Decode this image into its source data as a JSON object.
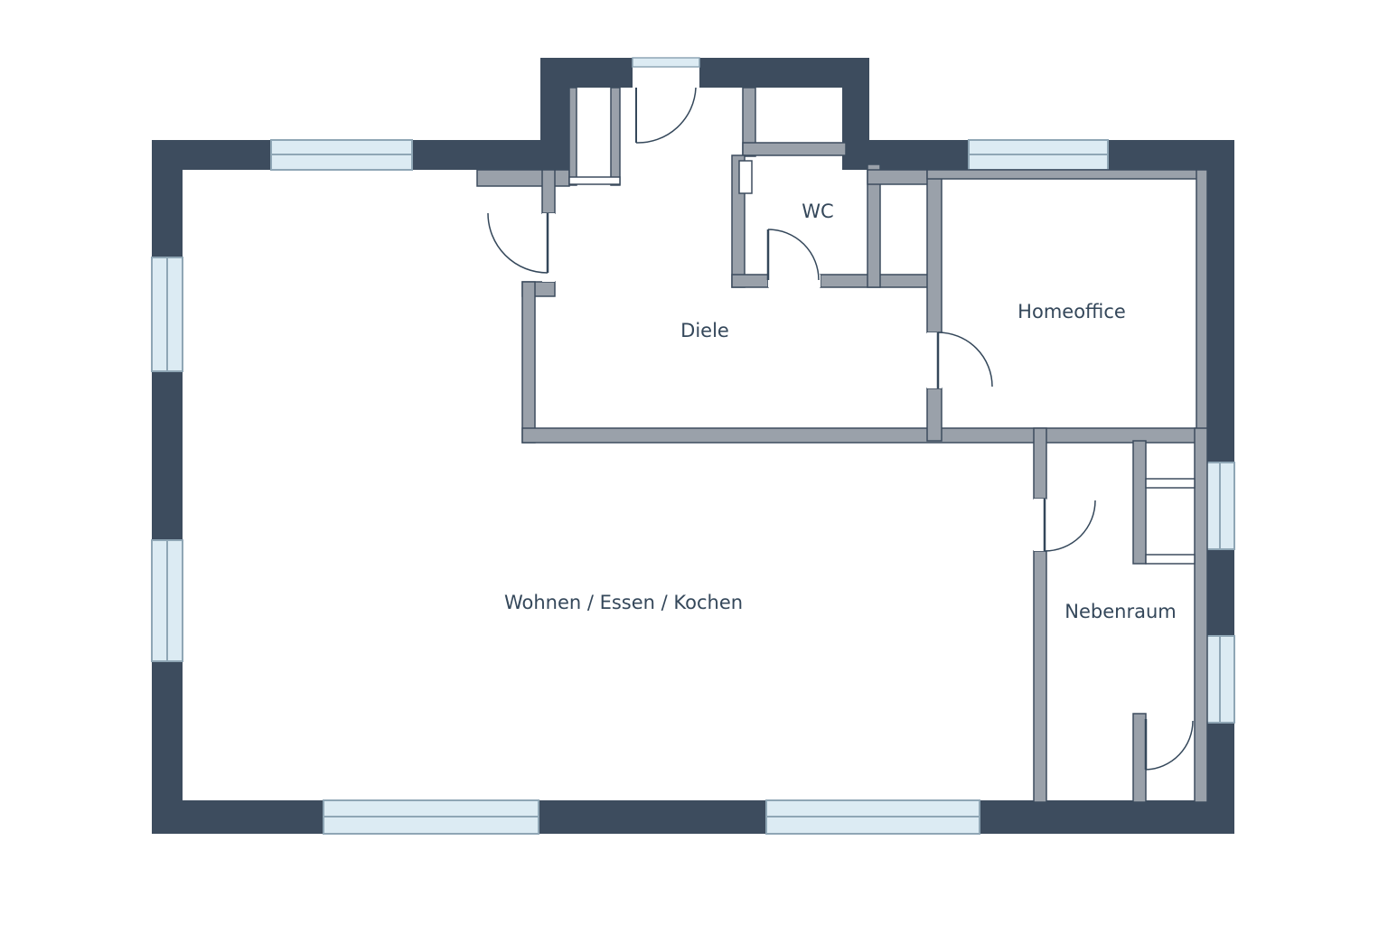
{
  "floorplan": {
    "rooms": [
      {
        "id": "wohnen",
        "label": "Wohnen / Essen / Kochen"
      },
      {
        "id": "diele",
        "label": "Diele"
      },
      {
        "id": "wc",
        "label": "WC"
      },
      {
        "id": "homeoffice",
        "label": "Homeoffice"
      },
      {
        "id": "nebenraum",
        "label": "Nebenraum"
      }
    ],
    "colors": {
      "exterior_wall": "#3d4c5e",
      "interior_wall": "#9aa1aa",
      "interior_wall_outline": "#3d4c5e",
      "window_glass": "#dcebf3",
      "window_frame": "#8fa6b5",
      "door_line": "#34475a",
      "floor": "#ffffff",
      "label": "#34475a"
    }
  }
}
